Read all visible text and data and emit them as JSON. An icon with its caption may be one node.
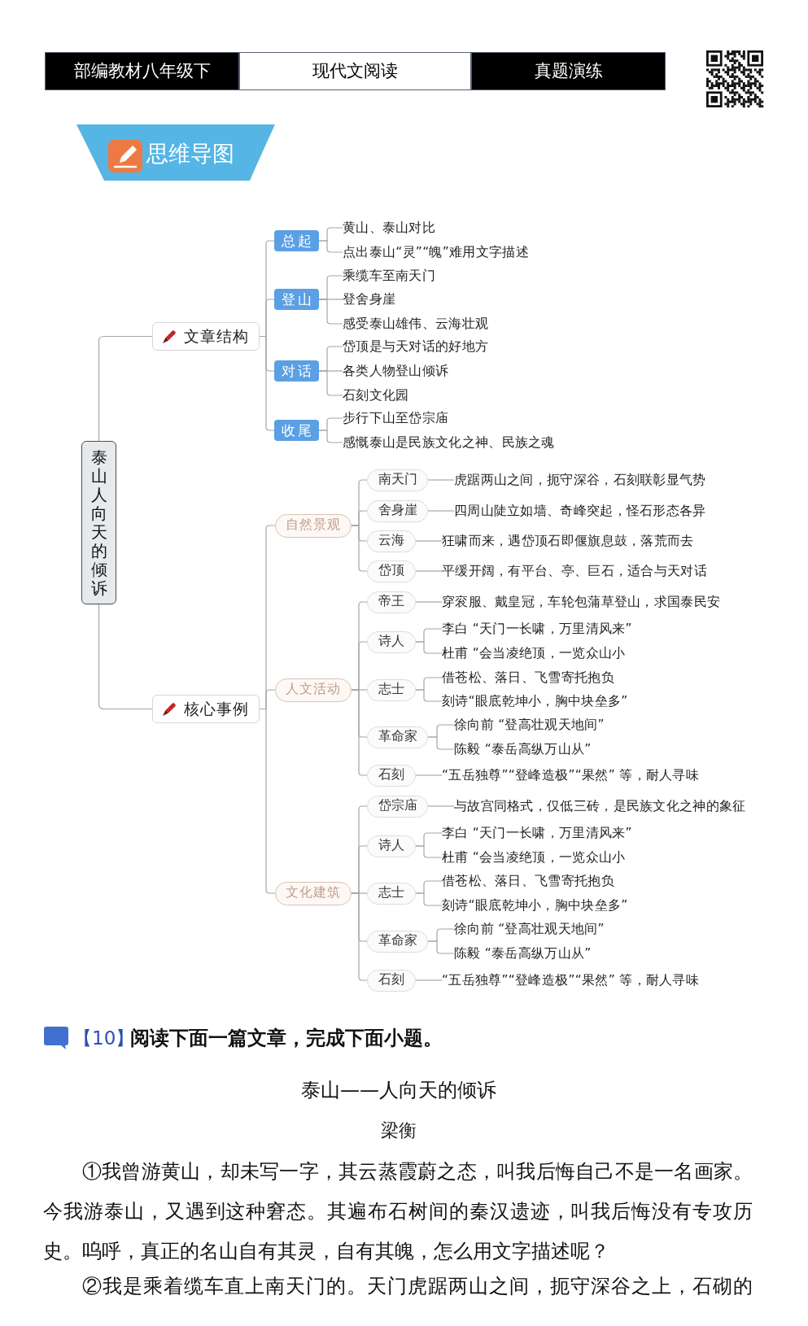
{
  "diagram": {
    "title": "思维导图",
    "nodes": [
      {
        "text": [
          "泰山人向天的倾诉"
        ]
      },
      {
        "text": [
          "文章结构"
        ]
      },
      {
        "text": [
          "总起"
        ]
      },
      {
        "text": [
          "黄山、泰山对比"
        ]
      },
      {
        "text": [
          "点出泰山“灵”“魄”难用文字描述"
        ]
      },
      {
        "text": [
          "登山"
        ]
      },
      {
        "text": [
          "乘缆车至南天门"
        ]
      },
      {
        "text": [
          "登舍身崖"
        ]
      },
      {
        "text": [
          "感受泰山雄伟、云海壮观"
        ]
      },
      {
        "text": [
          "对话"
        ]
      },
      {
        "text": [
          "岱顶是与天对话的好地方"
        ]
      },
      {
        "text": [
          "各类人物登山倾诉"
        ]
      },
      {
        "text": [
          "石刻文化园"
        ]
      },
      {
        "text": [
          "收尾"
        ]
      },
      {
        "text": [
          "步行下山至岱宗庙"
        ]
      },
      {
        "text": [
          "感慨泰山是民族文化之神、民族之魂"
        ]
      },
      {
        "text": [
          "核心事例"
        ]
      },
      {
        "text": [
          "自然景观"
        ]
      },
      {
        "text": [
          "南天门"
        ]
      },
      {
        "text": [
          "虎踞两山之间，扼守深谷，石刻联彰显气势"
        ]
      },
      {
        "text": [
          "舍身崖"
        ]
      },
      {
        "text": [
          "四周山陡立如墙、奇峰突起，怪石形态各异"
        ]
      },
      {
        "text": [
          "云海"
        ]
      },
      {
        "text": [
          "狂啸而来，遇岱顶石即偃旗息鼓，落荒而去"
        ]
      },
      {
        "text": [
          "岱顶"
        ]
      },
      {
        "text": [
          "平缓开阔，有平台、亭、巨石，适合与天对话"
        ]
      },
      {
        "text": [
          "人文活动"
        ]
      },
      {
        "text": [
          "帝王"
        ]
      },
      {
        "text": [
          "穿衮服、戴皇冠，车轮包蒲草登山，求国泰民安"
        ]
      },
      {
        "text": [
          "诗人"
        ]
      },
      {
        "text": [
          "李白 “天门一长啸，万里清风来”"
        ]
      },
      {
        "text": [
          "杜甫 “会当凌绝顶，一览众山小"
        ]
      },
      {
        "text": [
          "志士"
        ]
      },
      {
        "text": [
          "借苍松、落日、飞雪寄托抱负"
        ]
      },
      {
        "text": [
          "刻诗“眼底乾坤小，胸中块垒多”"
        ]
      },
      {
        "text": [
          "革命家"
        ]
      },
      {
        "text": [
          "徐向前 “登高壮观天地间”"
        ]
      },
      {
        "text": [
          "陈毅 “泰岳高纵万山从”"
        ]
      },
      {
        "text": [
          "石刻"
        ]
      },
      {
        "text": [
          "“五岳独尊”“登峰造极”“果然” 等，耐人寻味"
        ]
      },
      {
        "text": [
          "文化建筑"
        ]
      },
      {
        "text": [
          "岱宗庙"
        ]
      },
      {
        "text": [
          "与故宫同格式，仅低三砖，是民族文化之神的象征"
        ]
      },
      {
        "text": [
          "诗人"
        ]
      },
      {
        "text": [
          "李白 “天门一长啸，万里清风来”"
        ]
      },
      {
        "text": [
          "杜甫 “会当凌绝顶，一览众山小"
        ]
      },
      {
        "text": [
          "志士"
        ]
      },
      {
        "text": [
          "借苍松、落日、飞雪寄托抱负"
        ]
      },
      {
        "text": [
          "刻诗“眼底乾坤小，胸中块垒多”"
        ]
      },
      {
        "text": [
          "革命家"
        ]
      },
      {
        "text": [
          "徐向前 “登高壮观天地间”"
        ]
      },
      {
        "text": [
          "陈毅 “泰岳高纵万山从”"
        ]
      },
      {
        "text": [
          "石刻"
        ]
      },
      {
        "text": [
          "“五岳独尊”“登峰造极”“果然” 等，耐人寻味"
        ]
      }
    ],
    "edges": [
      {
        "from": 0,
        "to": 1,
        "arrow": "none"
      },
      {
        "from": 0,
        "to": 16,
        "arrow": "none"
      },
      {
        "from": 1,
        "to": 2,
        "arrow": "none"
      },
      {
        "from": 1,
        "to": 5,
        "arrow": "none"
      },
      {
        "from": 1,
        "to": 9,
        "arrow": "none"
      },
      {
        "from": 1,
        "to": 13,
        "arrow": "none"
      },
      {
        "from": 2,
        "to": 3,
        "arrow": "none"
      },
      {
        "from": 2,
        "to": 4,
        "arrow": "none"
      },
      {
        "from": 5,
        "to": 6,
        "arrow": "none"
      },
      {
        "from": 5,
        "to": 7,
        "arrow": "none"
      },
      {
        "from": 5,
        "to": 8,
        "arrow": "none"
      },
      {
        "from": 9,
        "to": 10,
        "arrow": "none"
      },
      {
        "from": 9,
        "to": 11,
        "arrow": "none"
      },
      {
        "from": 9,
        "to": 12,
        "arrow": "none"
      },
      {
        "from": 13,
        "to": 14,
        "arrow": "none"
      },
      {
        "from": 13,
        "to": 15,
        "arrow": "none"
      },
      {
        "from": 16,
        "to": 17,
        "arrow": "none"
      },
      {
        "from": 16,
        "to": 26,
        "arrow": "none"
      },
      {
        "from": 16,
        "to": 40,
        "arrow": "none"
      },
      {
        "from": 17,
        "to": 18,
        "arrow": "none"
      },
      {
        "from": 17,
        "to": 20,
        "arrow": "none"
      },
      {
        "from": 17,
        "to": 22,
        "arrow": "none"
      },
      {
        "from": 17,
        "to": 24,
        "arrow": "none"
      },
      {
        "from": 18,
        "to": 19,
        "arrow": "none"
      },
      {
        "from": 20,
        "to": 21,
        "arrow": "none"
      },
      {
        "from": 22,
        "to": 23,
        "arrow": "none"
      },
      {
        "from": 24,
        "to": 25,
        "arrow": "none"
      },
      {
        "from": 26,
        "to": 27,
        "arrow": "none"
      },
      {
        "from": 26,
        "to": 29,
        "arrow": "none"
      },
      {
        "from": 26,
        "to": 32,
        "arrow": "none"
      },
      {
        "from": 26,
        "to": 35,
        "arrow": "none"
      },
      {
        "from": 26,
        "to": 38,
        "arrow": "none"
      },
      {
        "from": 27,
        "to": 28,
        "arrow": "none"
      },
      {
        "from": 29,
        "to": 30,
        "arrow": "none"
      },
      {
        "from": 29,
        "to": 31,
        "arrow": "none"
      },
      {
        "from": 32,
        "to": 33,
        "arrow": "none"
      },
      {
        "from": 32,
        "to": 34,
        "arrow": "none"
      },
      {
        "from": 35,
        "to": 36,
        "arrow": "none"
      },
      {
        "from": 35,
        "to": 37,
        "arrow": "none"
      },
      {
        "from": 38,
        "to": 39,
        "arrow": "none"
      },
      {
        "from": 40,
        "to": 41,
        "arrow": "none"
      },
      {
        "from": 40,
        "to": 43,
        "arrow": "none"
      },
      {
        "from": 40,
        "to": 46,
        "arrow": "none"
      },
      {
        "from": 40,
        "to": 49,
        "arrow": "none"
      },
      {
        "from": 40,
        "to": 52,
        "arrow": "none"
      },
      {
        "from": 41,
        "to": 42,
        "arrow": "none"
      },
      {
        "from": 43,
        "to": 44,
        "arrow": "none"
      },
      {
        "from": 43,
        "to": 45,
        "arrow": "none"
      },
      {
        "from": 46,
        "to": 47,
        "arrow": "none"
      },
      {
        "from": 46,
        "to": 48,
        "arrow": "none"
      },
      {
        "from": 49,
        "to": 50,
        "arrow": "none"
      },
      {
        "from": 49,
        "to": 51,
        "arrow": "none"
      },
      {
        "from": 52,
        "to": 53,
        "arrow": "none"
      }
    ],
    "labels": [
      "部编教材八年级下",
      "现代文阅读",
      "真题演练",
      "【10】",
      "阅读下面一篇文章，完成下面小题。",
      "泰山——人向天的倾诉",
      "梁衡",
      "①我曾游黄山，却未写一字，其云蒸霞蔚之态，叫我后悔自己不是一名画家。今我游泰山，又遇到这种窘态。其遍布石树间的秦汉遗迹，叫我后悔没有专攻历史。呜呼，真正的名山自有其灵，自有其魄，怎么用文字描述呢？",
      "②我是乘着缆车直上南天门的。天门虎踞两山之间，扼守深谷之上，石砌的"
    ]
  }
}
